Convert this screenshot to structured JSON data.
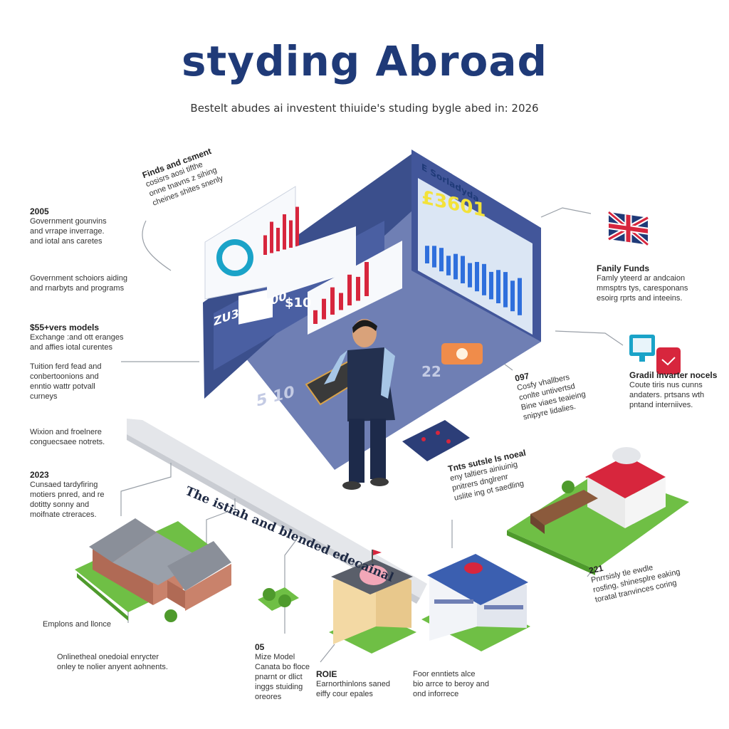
{
  "header": {
    "title": "styding Abroad",
    "subtitle": "Bestelt abudes ai investent thiuide's studing bygle abed in: 2026"
  },
  "left_notes": [
    {
      "id": "n1",
      "heading": "2005",
      "lines": [
        "Government gounvins",
        "and vrrape inverrage.",
        "and iotal ans caretes"
      ]
    },
    {
      "id": "n2",
      "heading": "",
      "lines": [
        "Government schoiors aiding",
        "and rnarbyts and programs"
      ]
    },
    {
      "id": "n3",
      "heading": "$55+vers models",
      "lines": [
        "Exchange :and ott eranges",
        "and affies iotal curentes"
      ]
    },
    {
      "id": "n4",
      "heading": "",
      "lines": [
        "Tuition ferd fead and",
        "conbertoonions and",
        "enntio wattr potvall",
        "curneys"
      ]
    },
    {
      "id": "n5",
      "heading": "",
      "lines": [
        "Wixion and froelnere",
        "conguecsaee notrets."
      ]
    },
    {
      "id": "n6",
      "heading": "2023",
      "lines": [
        "Cunsaed tardyfiring",
        "motiers pnred, and re",
        "dotitty sonny and",
        "moifnate ctreraces."
      ]
    }
  ],
  "top_note": {
    "heading": "Finds and csment",
    "lines": [
      "cosisrs aosi tifthe",
      "onne tnavns z sihing",
      "cheines shites snenly"
    ]
  },
  "right_notes": [
    {
      "id": "r1",
      "heading": "Fanily Funds",
      "lines": [
        "Famly yteerd ar andcaion",
        "mmsptrs tys, caresponans",
        "esoirg rprts and inteeins."
      ]
    },
    {
      "id": "r2",
      "heading": "Gradil invarter nocels",
      "lines": [
        "Coute tiris nus cunns",
        "andaters. prtsans wth",
        "pntand interniives."
      ]
    },
    {
      "id": "r3",
      "heading": "097",
      "lines": [
        "Cosfy vhallbers",
        "conlte untivertsd",
        "Bine viaes teaieing",
        "snipyre lidalies."
      ]
    },
    {
      "id": "r4",
      "heading": "Tnts sutsle ls noeal",
      "lines": [
        "eny taltiers ainiuinig",
        "pnitrers dnglrenr",
        "uslite ing ot saedling"
      ]
    }
  ],
  "bottom_notes": [
    {
      "id": "b1",
      "heading": "",
      "lines": [
        "Emplons and llonce"
      ]
    },
    {
      "id": "b2",
      "heading": "",
      "lines": [
        "Onlinetheal onedoial enrycter",
        "onley te nolier anyent aohnents."
      ]
    },
    {
      "id": "b3",
      "heading": "05",
      "lines": [
        "Mize Model",
        "Canata bo floce",
        "pnarnt or dlict",
        "inggs stuiding",
        "oreores"
      ]
    },
    {
      "id": "b4",
      "heading": "ROIE",
      "lines": [
        "Earnorthinlons saned",
        "eiffy cour epales"
      ]
    },
    {
      "id": "b5",
      "heading": "",
      "lines": [
        "Foor enntiets alce",
        "bio arrce to beroy and",
        "ond inforrece"
      ]
    },
    {
      "id": "b6",
      "heading": "221",
      "lines": [
        "Pnrrsisly tle ewdle",
        "rosfing, shinesplre eaking",
        "toratal tranvinces coring"
      ]
    }
  ],
  "road_label": "The istiah and blended edecainal",
  "dashboard": {
    "left_panel_title": "ZU3000100",
    "left_panel_value": "$10",
    "right_panel_title": "E Sorladyda",
    "right_panel_value": "£3601",
    "floor_number_left": "5 10",
    "floor_number_right": "22",
    "blue_bars": [
      0.45,
      0.55,
      0.6,
      0.5,
      0.65,
      0.7,
      0.62,
      0.75,
      0.8,
      0.7,
      0.85,
      0.9,
      0.78,
      0.95
    ],
    "red_bars_small": [
      0.5,
      0.8,
      0.6,
      0.9,
      0.7,
      1.0
    ],
    "red_bars_mid": [
      0.4,
      0.6,
      0.8,
      0.5,
      0.9,
      0.7,
      1.0
    ]
  },
  "colors": {
    "title": "#1f3a78",
    "panel_dark": "#3b4f8c",
    "panel_floor": "#6f7fb4",
    "screen_light": "#dbe6f4",
    "bar_blue": "#2f6fdc",
    "bar_red": "#d7263d",
    "grass": "#6fbf45",
    "accent_yellow": "#f3e23a"
  },
  "icons": [
    "uk-flag-icon",
    "monitor-icon",
    "wallet-icon",
    "piggy-bank-icon",
    "school-building-icon",
    "university-building-icon",
    "house-building-icon",
    "student-figure-icon",
    "laptop-icon",
    "tree-icon"
  ]
}
